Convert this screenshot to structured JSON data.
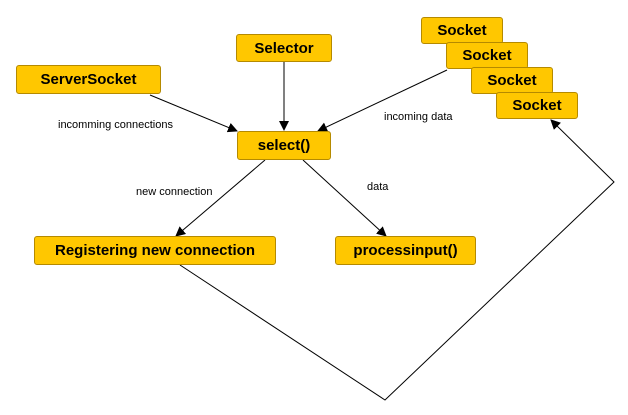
{
  "nodes": {
    "selector": "Selector",
    "server_socket": "ServerSocket",
    "select": "select()",
    "socket_1": "Socket",
    "socket_2": "Socket",
    "socket_3": "Socket",
    "socket_4": "Socket",
    "register": "Registering new connection",
    "process": "processinput()"
  },
  "edge_labels": {
    "incomming_connections": "incomming connections",
    "incoming_data": "incoming data",
    "new_connection": "new connection",
    "data": "data"
  },
  "colors": {
    "node_fill": "#ffc700",
    "node_border": "#b58a00",
    "edge": "#000000"
  }
}
